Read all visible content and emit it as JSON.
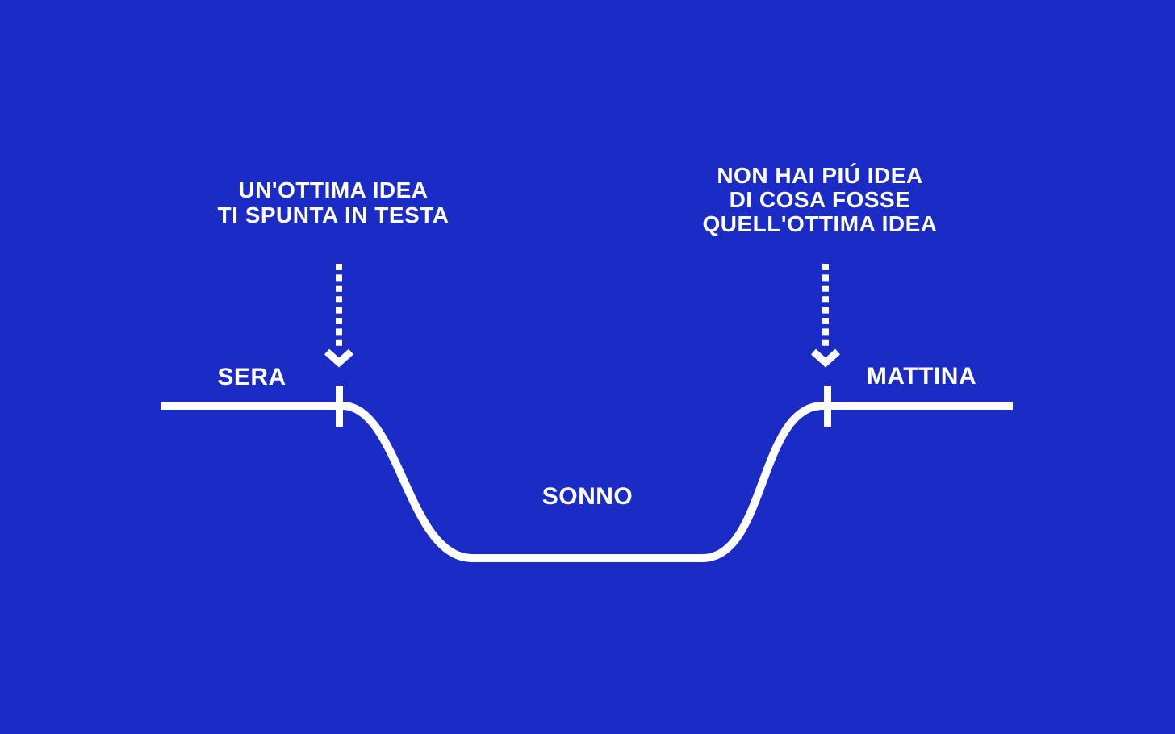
{
  "colors": {
    "background": "#1B2BC6",
    "foreground": "#FFFFFF"
  },
  "annotations": {
    "idea": {
      "lines": [
        "UN'OTTIMA IDEA",
        "TI SPUNTA IN TESTA"
      ]
    },
    "forgotten": {
      "lines": [
        "NON HAI PIÚ IDEA",
        "DI COSA FOSSE",
        "QUELL'OTTIMA IDEA"
      ]
    }
  },
  "timeline": {
    "evening_label": "SERA",
    "morning_label": "MATTINA",
    "sleep_label": "SONNO"
  }
}
